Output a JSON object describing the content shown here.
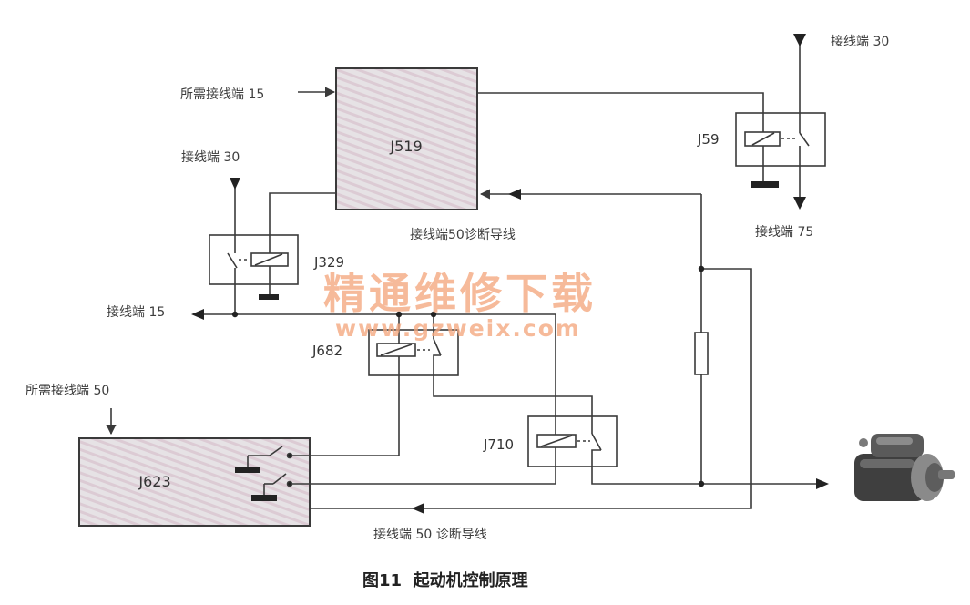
{
  "colors": {
    "line": "#3a3a3a",
    "module_fill": "#e5e1e4",
    "module_hatch": "#ddc9d3",
    "watermark": "#f3a77d",
    "caption": "#222222",
    "label": "#3d3d3d"
  },
  "labels": {
    "required_terminal_15": "所需接线端 15",
    "terminal_30_top": "接线端 30",
    "terminal_30_left": "接线端 30",
    "terminal_75": "接线端 75",
    "diag_50_top": "接线端50诊断导线",
    "terminal_15": "接线端 15",
    "required_terminal_50": "所需接线端 50",
    "diag_50_bottom": "接线端 50 诊断导线"
  },
  "components": {
    "j519": "J519",
    "j59": "J59",
    "j329": "J329",
    "j682": "J682",
    "j710": "J710",
    "j623": "J623"
  },
  "watermark": {
    "text": "精通维修下载",
    "url": "www.gzweix.com"
  },
  "caption": "图11  起动机控制原理"
}
